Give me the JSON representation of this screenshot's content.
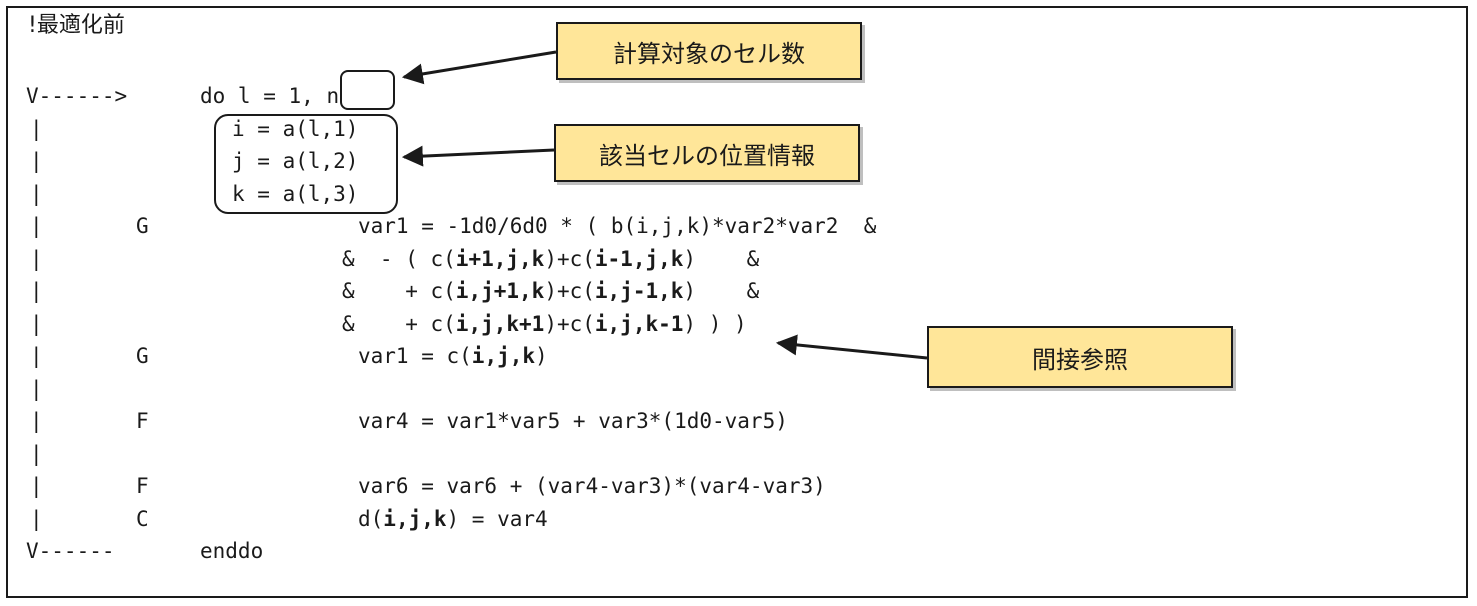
{
  "title": "!最適化前",
  "lines": [
    {
      "mark": "V------>",
      "stmt": [
        [
          "do l = 1, ",
          0
        ],
        [
          "n",
          0
        ]
      ]
    },
    {
      "mark": "|",
      "stmt": [
        [
          "i = a(l,1)",
          0
        ]
      ]
    },
    {
      "mark": "|",
      "stmt": [
        [
          "j = a(l,2)",
          0
        ]
      ]
    },
    {
      "mark": "|",
      "stmt": [
        [
          "k = a(l,3)",
          0
        ]
      ]
    },
    {
      "mark": "|",
      "flag": "G",
      "stmt": [
        [
          "var1 = -1d0/6d0 * ( b(i,j,k)*var2*var2  &",
          0
        ]
      ]
    },
    {
      "mark": "|",
      "stmt": [
        [
          "&  - ( c(",
          0
        ],
        [
          "i+1,j,k",
          1
        ],
        [
          ")+c(",
          0
        ],
        [
          "i-1,j,k",
          1
        ],
        [
          ")    &",
          0
        ]
      ]
    },
    {
      "mark": "|",
      "stmt": [
        [
          "&    + c(",
          0
        ],
        [
          "i,j+1,k",
          1
        ],
        [
          ")+c(",
          0
        ],
        [
          "i,j-1,k",
          1
        ],
        [
          ")    &",
          0
        ]
      ]
    },
    {
      "mark": "|",
      "stmt": [
        [
          "&    + c(",
          0
        ],
        [
          "i,j,k+1",
          1
        ],
        [
          ")+c(",
          0
        ],
        [
          "i,j,k-1",
          1
        ],
        [
          ") ) )",
          0
        ]
      ]
    },
    {
      "mark": "|",
      "flag": "G",
      "stmt": [
        [
          "var1 = c(",
          0
        ],
        [
          "i,j,k",
          1
        ],
        [
          ")",
          0
        ]
      ]
    },
    {
      "mark": "|",
      "stmt": []
    },
    {
      "mark": "|",
      "flag": "F",
      "stmt": [
        [
          "var4 = var1*var5 + var3*(1d0-var5)",
          0
        ]
      ]
    },
    {
      "mark": "|",
      "stmt": []
    },
    {
      "mark": "|",
      "flag": "F",
      "stmt": [
        [
          "var6 = var6 + (var4-var3)*(var4-var3)",
          0
        ]
      ]
    },
    {
      "mark": "|",
      "flag": "C",
      "stmt": [
        [
          "d(",
          0
        ],
        [
          "i,j,k",
          1
        ],
        [
          ") = var4",
          0
        ]
      ]
    },
    {
      "mark": "V------",
      "stmt": [
        [
          "enddo",
          0
        ]
      ]
    }
  ],
  "callouts": {
    "cell_count": "計算対象のセル数",
    "cell_position": "該当セルの位置情報",
    "indirect_ref": "間接参照"
  }
}
